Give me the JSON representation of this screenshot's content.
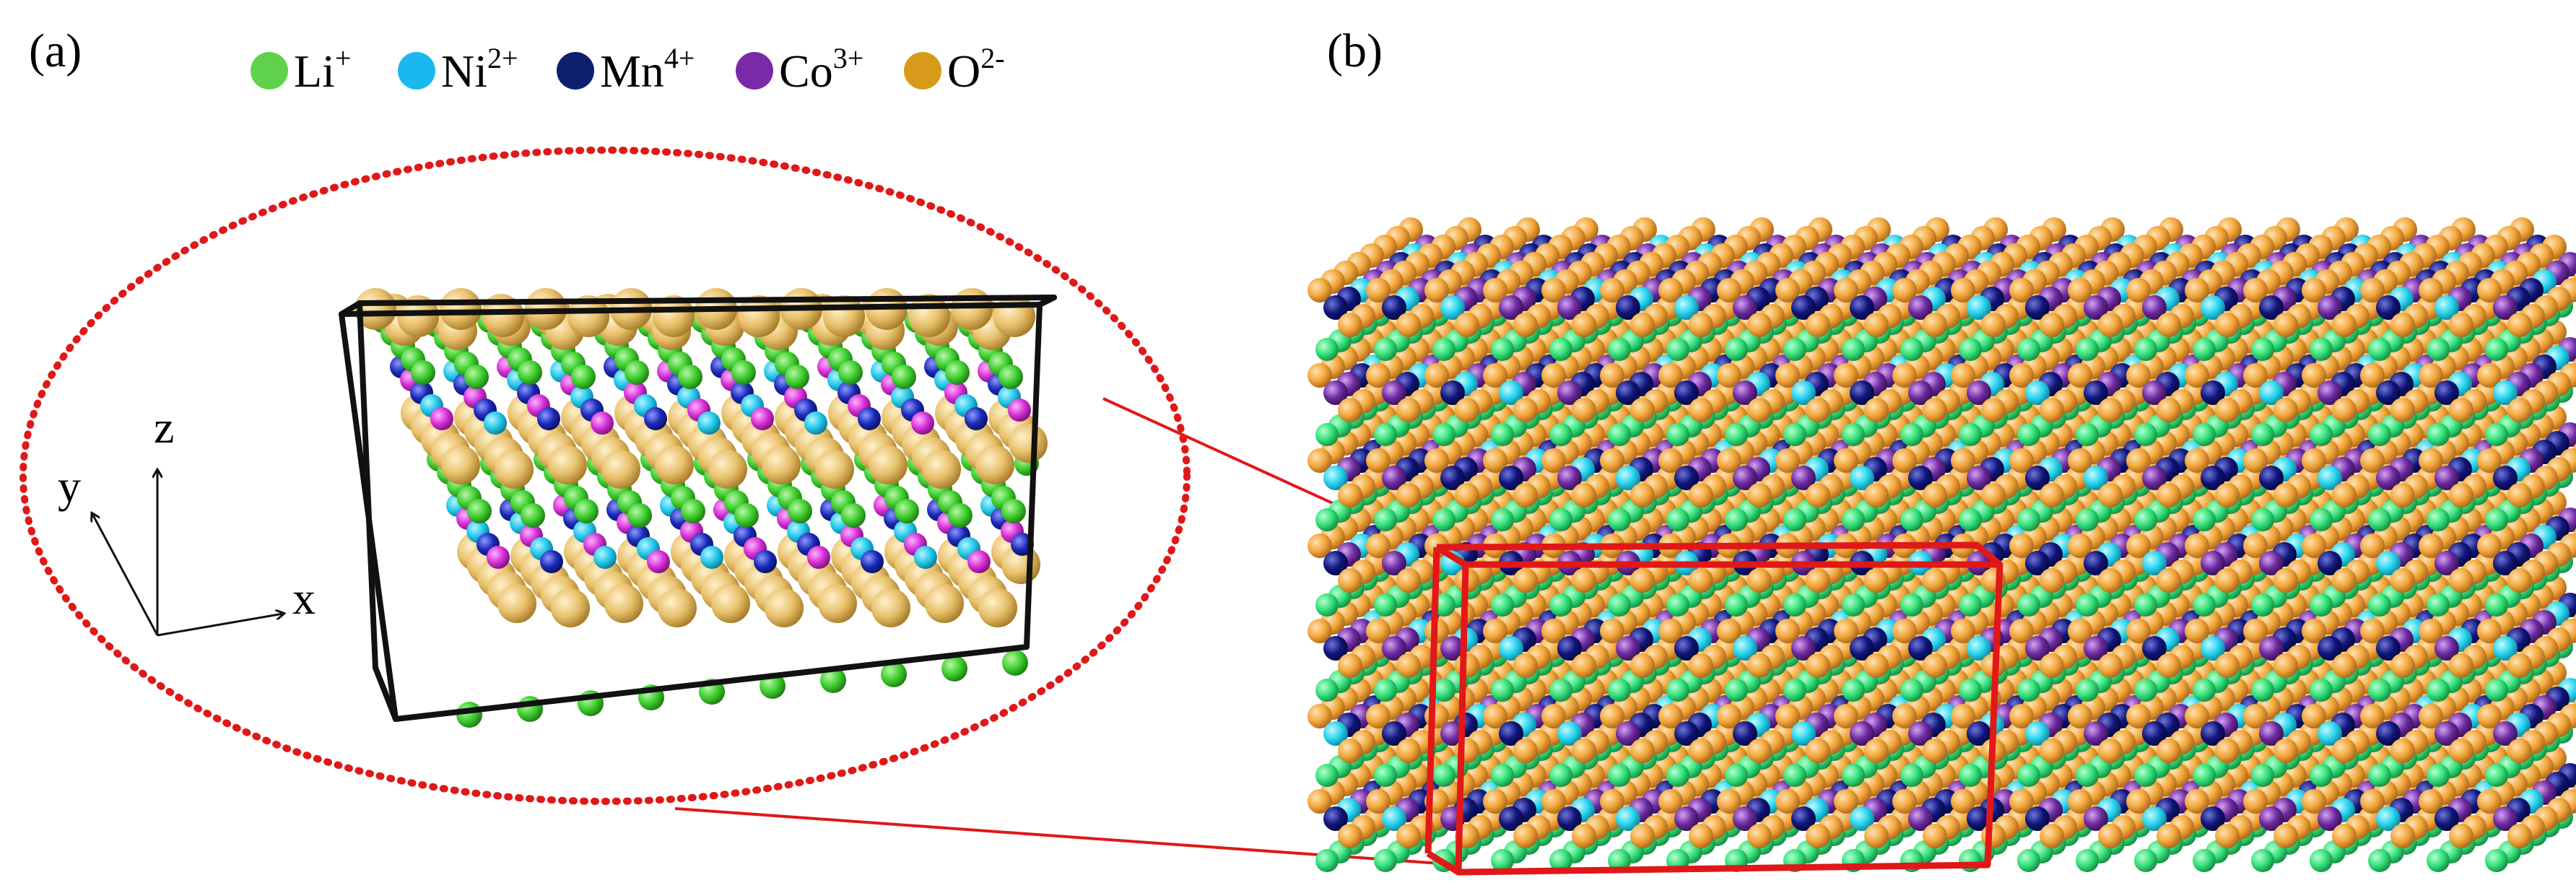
{
  "panels": {
    "a": {
      "label": "(a)"
    },
    "b": {
      "label": "(b)"
    }
  },
  "legend": [
    {
      "base": "Li",
      "sup": "+",
      "color": "#5fd14a"
    },
    {
      "base": "Ni",
      "sup": "2+",
      "color": "#1ab8f0"
    },
    {
      "base": "Mn",
      "sup": "4+",
      "color": "#0d1f6e"
    },
    {
      "base": "Co",
      "sup": "3+",
      "color": "#7a2aa6"
    },
    {
      "base": "O",
      "sup": "2-",
      "color": "#d89a1a"
    }
  ],
  "axes": {
    "x": "x",
    "y": "y",
    "z": "z"
  },
  "colors": {
    "li_a": "#3fcf2f",
    "ni_a": "#22c8ea",
    "mn_a": "#1a2ab8",
    "co_a": "#d62fd6",
    "o_a": "#e8c06a",
    "li_b": "#34e07a",
    "ni_b": "#27d4ee",
    "mn_b": "#10157a",
    "co_b": "#6b2aa0",
    "o_b": "#f2a63a",
    "zoom_ring": "#e01818",
    "highlight_box": "#e01818",
    "cell_edge": "#111111"
  }
}
